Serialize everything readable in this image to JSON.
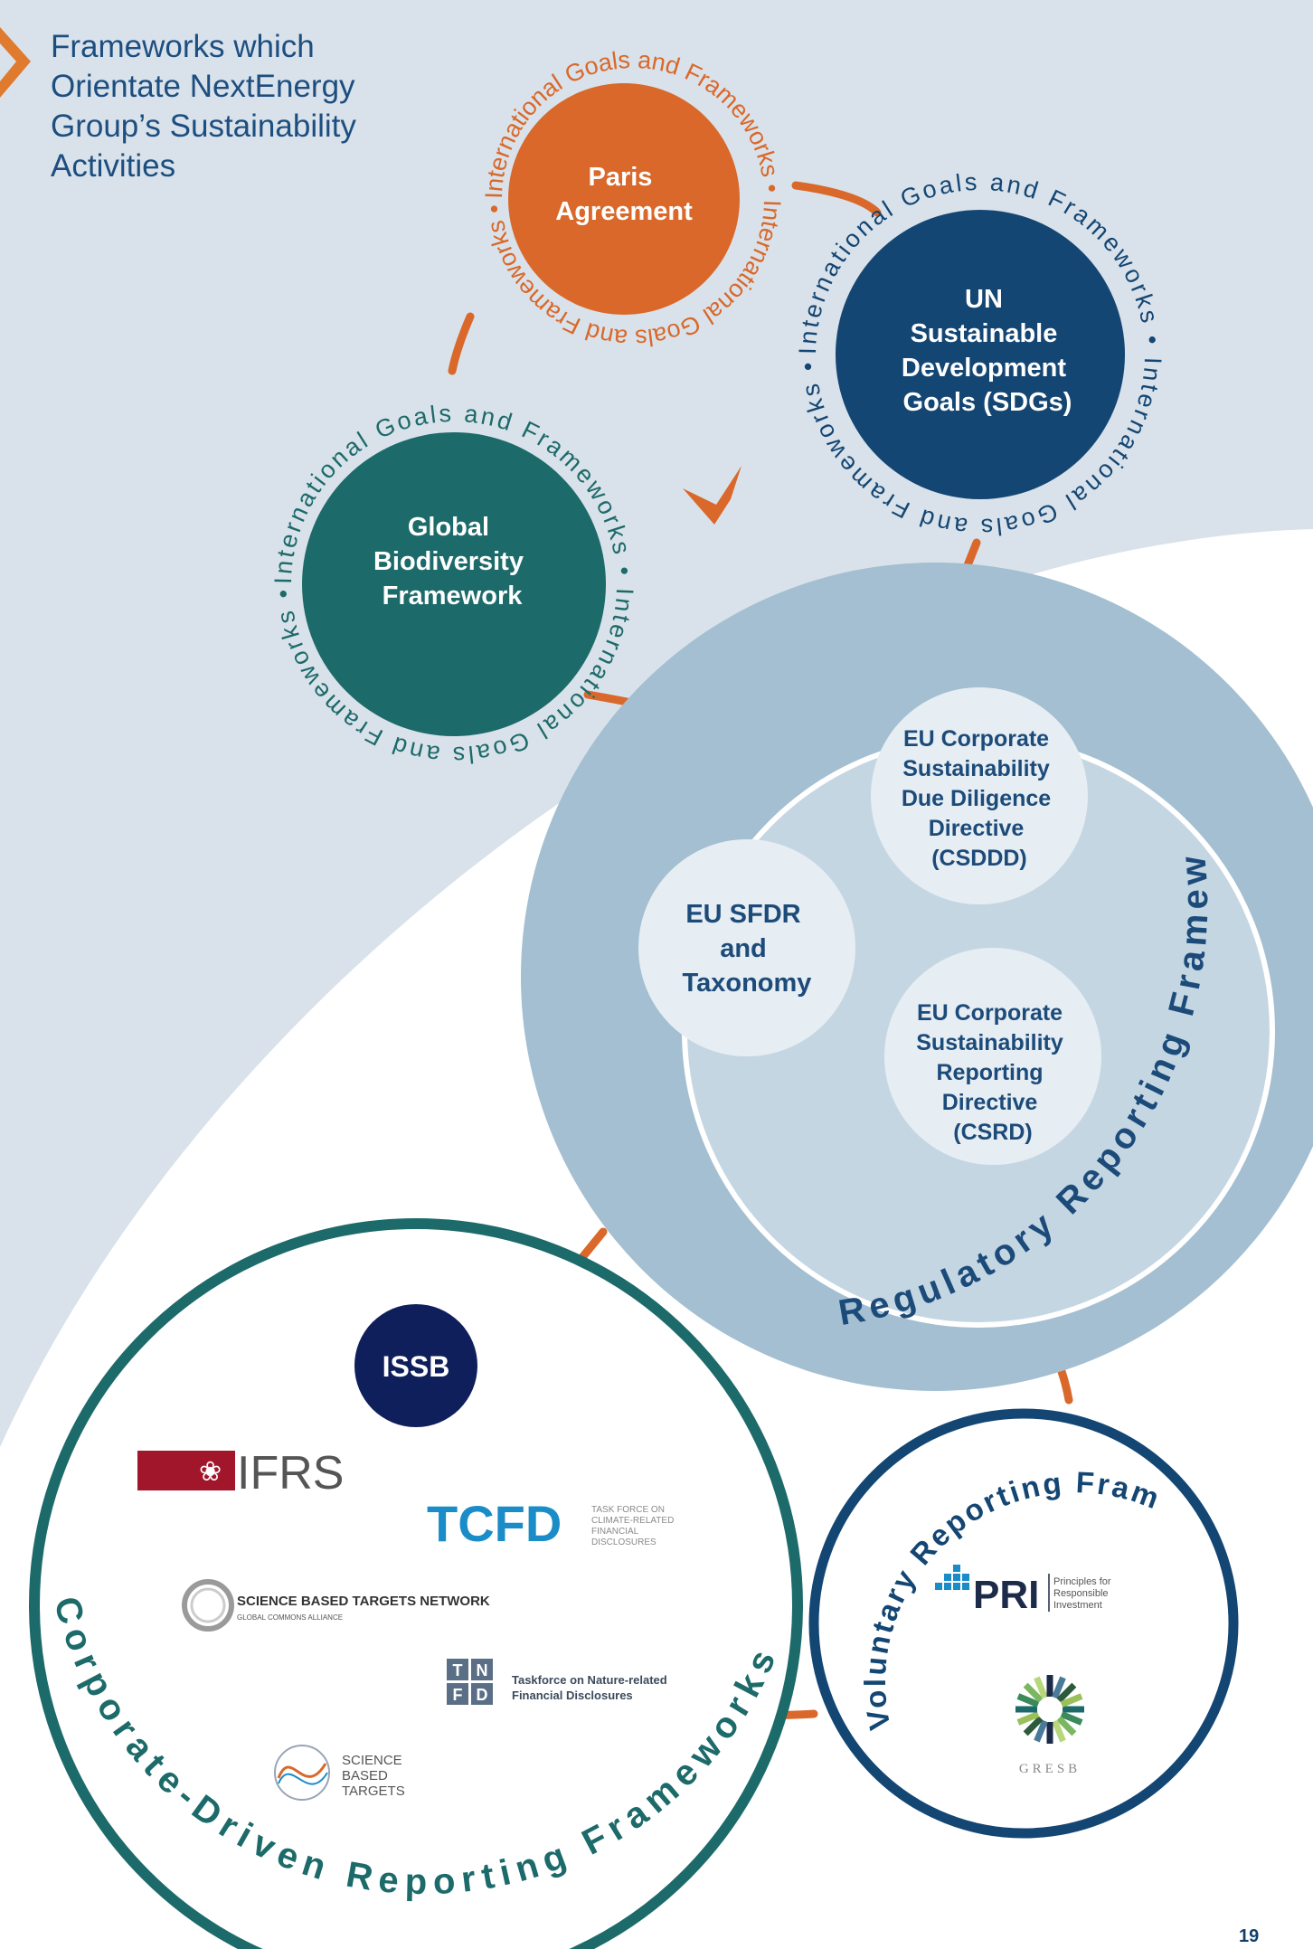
{
  "heading": "Frameworks which Orientate NextEnergy Group’s Sustainability Activities",
  "page_number": "19",
  "ring_text": "International Goals and Frameworks • International Goals and Frameworks •",
  "international": [
    {
      "lines": [
        "Paris",
        "Agreement"
      ],
      "color": "#d9682a",
      "ring_color": "#d9682a"
    },
    {
      "lines": [
        "UN",
        "Sustainable",
        "Development",
        "Goals (SDGs)"
      ],
      "color": "#144673",
      "ring_color": "#144673"
    },
    {
      "lines": [
        "Global",
        "Biodiversity",
        "Framework"
      ],
      "color": "#1d6a6a",
      "ring_color": "#1d6a6a"
    }
  ],
  "regulatory": {
    "title": "Regulatory Reporting Frameworks",
    "items": [
      {
        "lines": [
          "EU Corporate",
          "Sustainability",
          "Due Diligence",
          "Directive",
          "(CSDDD)"
        ]
      },
      {
        "lines": [
          "EU SFDR",
          "and",
          "Taxonomy"
        ]
      },
      {
        "lines": [
          "EU Corporate",
          "Sustainability",
          "Reporting",
          "Directive",
          "(CSRD)"
        ]
      }
    ]
  },
  "corporate": {
    "title": "Corporate-Driven Reporting Frameworks",
    "logos": {
      "issb": "ISSB",
      "ifrs": "IFRS",
      "tcfd": "TCFD",
      "tcfd_sub": [
        "TASK FORCE ON",
        "CLIMATE-RELATED",
        "FINANCIAL",
        "DISCLOSURES"
      ],
      "sbtn": "SCIENCE BASED TARGETS NETWORK",
      "sbtn_sub": "GLOBAL COMMONS ALLIANCE",
      "tnfd_letters": [
        "T",
        "N",
        "F",
        "D"
      ],
      "tnfd_text": [
        "Taskforce on Nature-related",
        "Financial Disclosures"
      ],
      "sbt": [
        "SCIENCE",
        "BASED",
        "TARGETS"
      ]
    }
  },
  "voluntary": {
    "title": "Voluntary Reporting Frameworks",
    "logos": {
      "pri": "PRI",
      "pri_sub": [
        "Principles for",
        "Responsible",
        "Investment"
      ],
      "gresb": "GRESB"
    }
  },
  "colors": {
    "background_light": "#d9e2ea",
    "orange_connector": "#d9682a",
    "regulatory_outer": "#a3bfd1",
    "regulatory_inner": "#c5d6e3",
    "regulatory_pills": "#e6edf3",
    "regulatory_text": "#1c4b7a",
    "corporate_ring": "#1d6a6a",
    "voluntary_ring": "#144673"
  }
}
